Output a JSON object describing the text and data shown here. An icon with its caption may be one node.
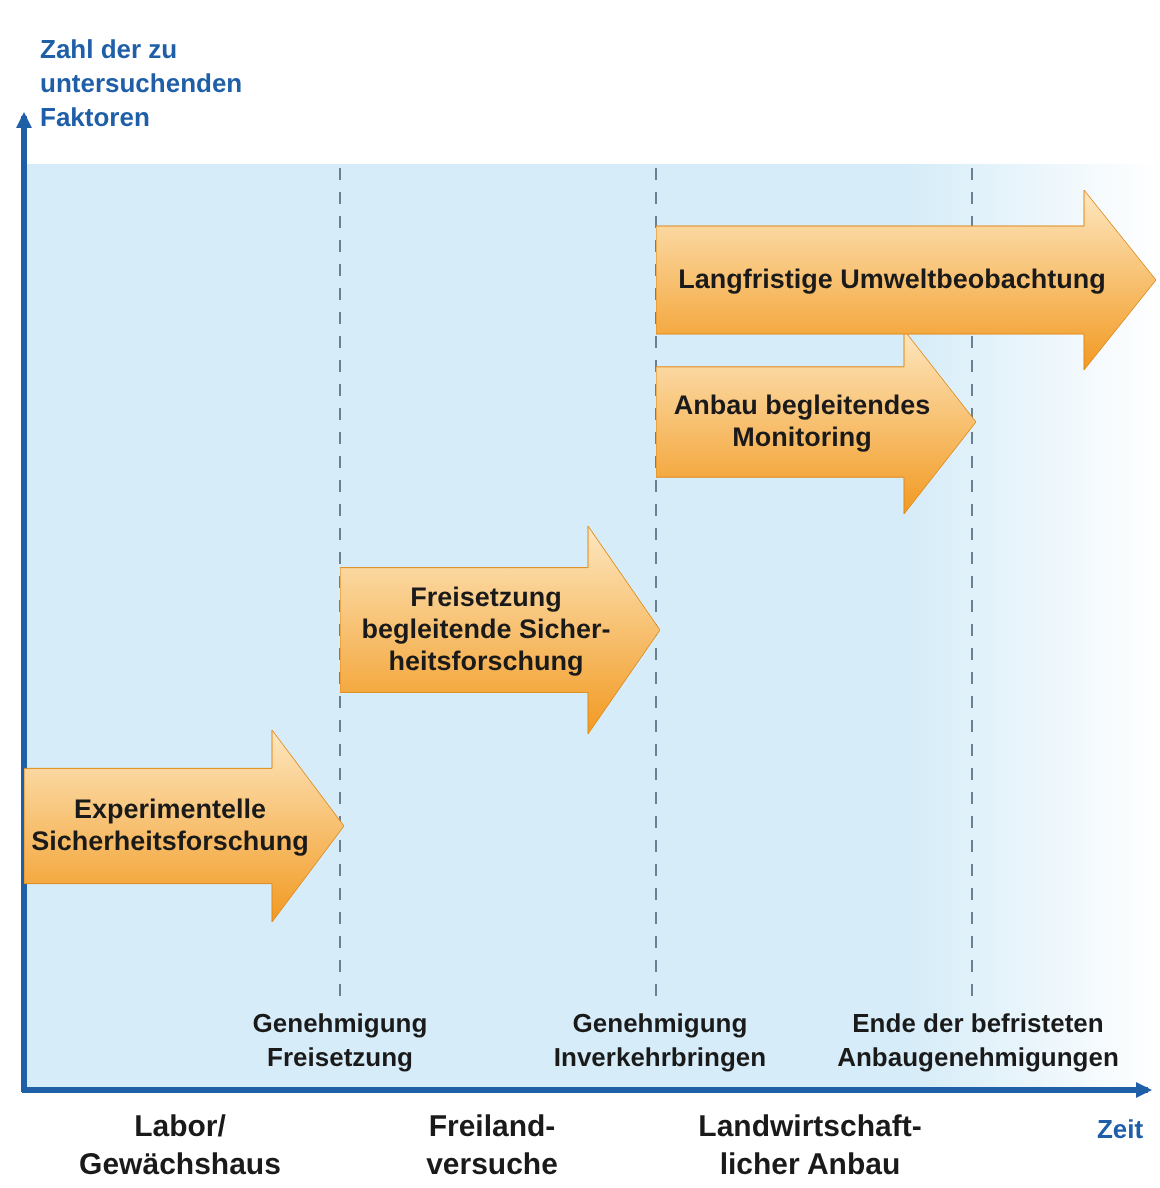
{
  "diagram": {
    "nodes": [
      {
        "text": [
          "Experimentelle Sicherheitsforschung"
        ]
      },
      {
        "text": [
          "Freisetzung begleitende Sicher- heitsforschung"
        ]
      },
      {
        "text": [
          "Anbau begleitendes Monitoring"
        ]
      },
      {
        "text": [
          "Langfristige Umweltbeobachtung"
        ]
      }
    ],
    "edges": [],
    "labels": [
      "Zahl der zu untersuchenden Faktoren",
      "Genehmigung Freisetzung",
      "Genehmigung Inverkehrbringen",
      "Ende der befristeten Anbaugenehmigungen",
      "Labor/ Gewächshaus",
      "Freiland- versuche",
      "Landwirtschaft- licher Anbau",
      "Zeit"
    ]
  }
}
